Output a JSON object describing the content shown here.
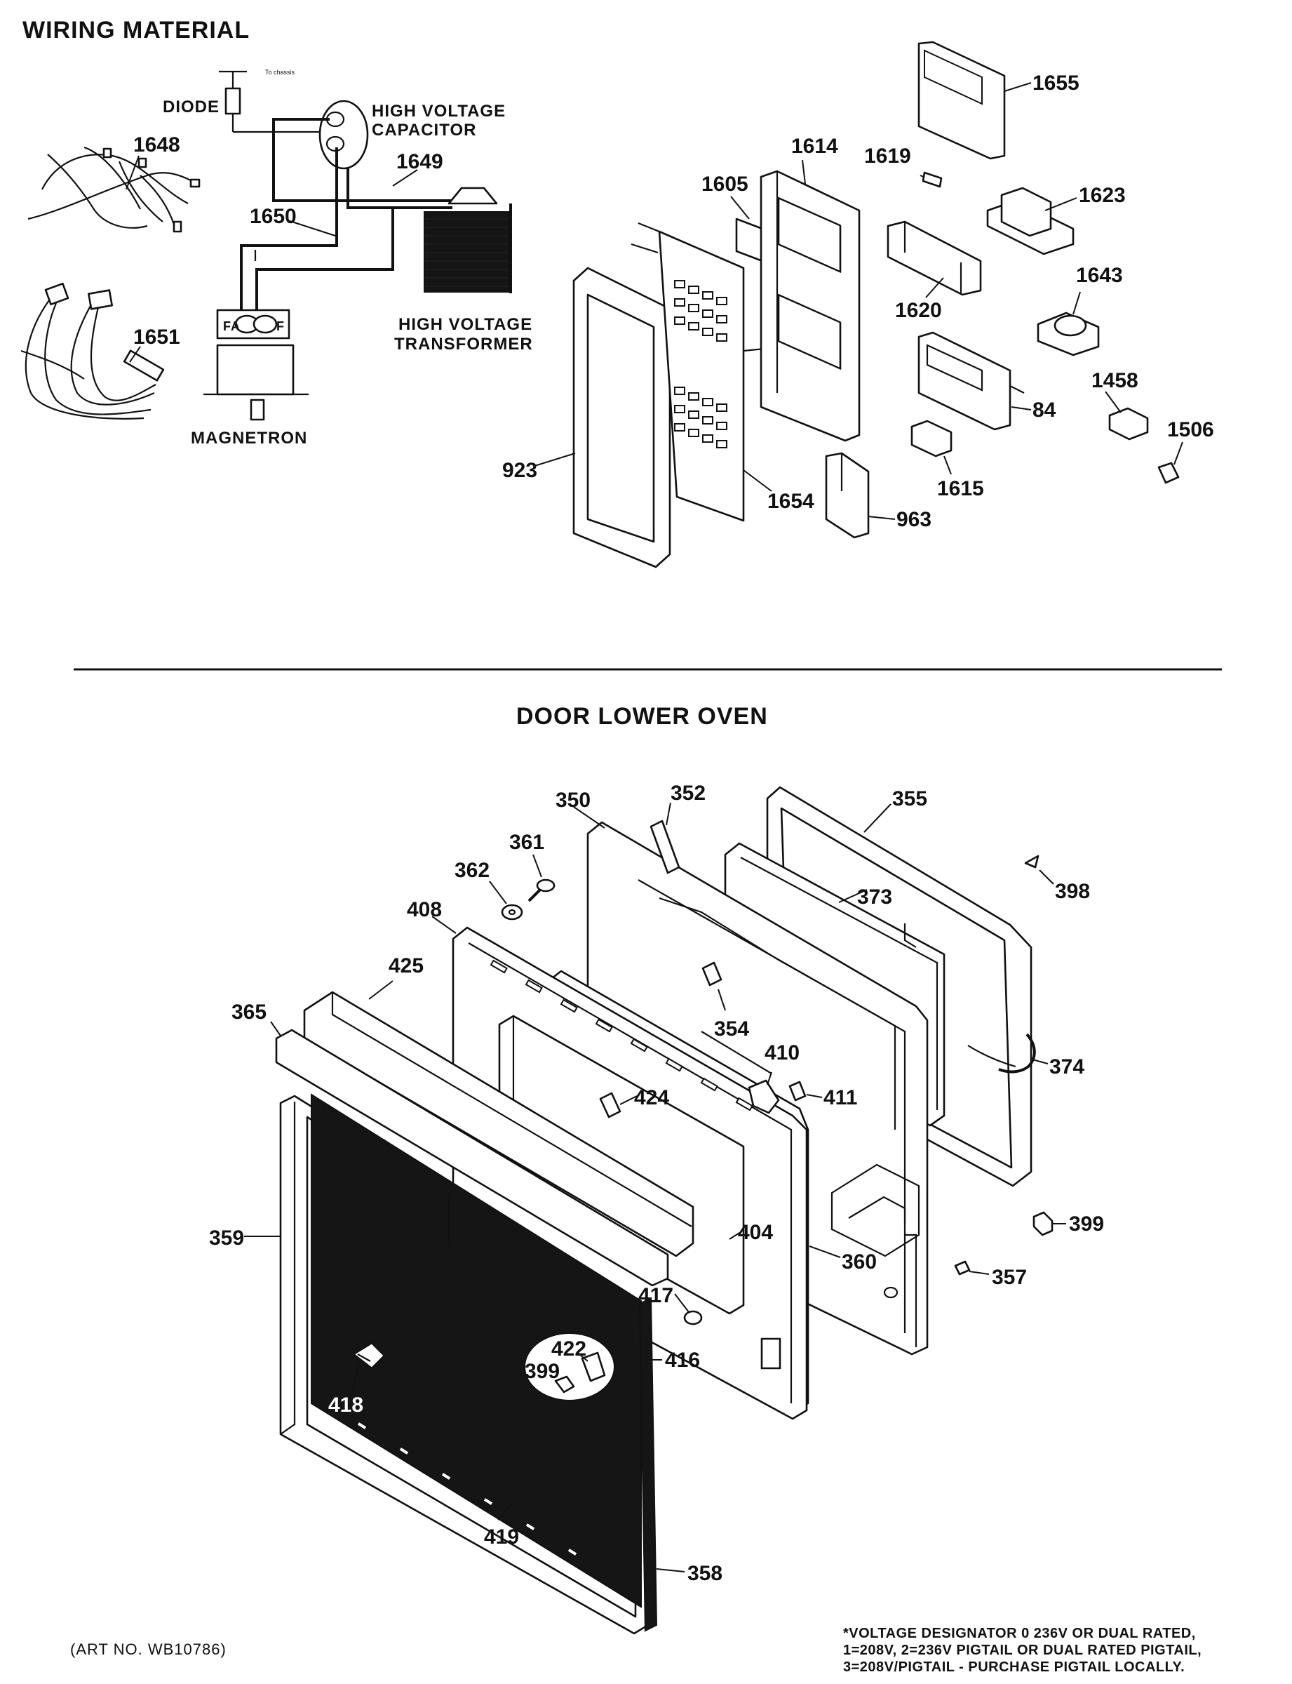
{
  "sections": {
    "wiring": "WIRING MATERIAL",
    "door": "DOOR LOWER OVEN"
  },
  "wiring_labels": {
    "to_chassis": "To chassis",
    "diode": "DIODE",
    "hv_capacitor_1": "HIGH VOLTAGE",
    "hv_capacitor_2": "CAPACITOR",
    "hv_transformer_1": "HIGH VOLTAGE",
    "hv_transformer_2": "TRANSFORMER",
    "magnetron": "MAGNETRON",
    "fa": "FA",
    "f": "F"
  },
  "parts_top": {
    "p1648": "1648",
    "p1649": "1649",
    "p1650": "1650",
    "p1651": "1651",
    "p1655": "1655",
    "p1614": "1614",
    "p1619": "1619",
    "p1605": "1605",
    "p1623": "1623",
    "p1620": "1620",
    "p1643": "1643",
    "p1458": "1458",
    "p84": "84",
    "p1506": "1506",
    "p1615": "1615",
    "p923": "923",
    "p1654": "1654",
    "p963": "963"
  },
  "parts_door": {
    "p350": "350",
    "p352": "352",
    "p355": "355",
    "p361": "361",
    "p362": "362",
    "p398": "398",
    "p408": "408",
    "p373": "373",
    "p425": "425",
    "p365": "365",
    "p354": "354",
    "p410": "410",
    "p374": "374",
    "p424": "424",
    "p411": "411",
    "p359": "359",
    "p404": "404",
    "p399a": "399",
    "p357": "357",
    "p417": "417",
    "p422": "422",
    "p399b": "399",
    "p416": "416",
    "p360": "360",
    "p418": "418",
    "p419": "419",
    "p358": "358"
  },
  "footer": {
    "art_no": "(ART NO. WB10786)",
    "note_1": "*VOLTAGE DESIGNATOR 0 236V OR DUAL RATED,",
    "note_2": "1=208V, 2=236V  PIGTAIL OR DUAL RATED PIGTAIL,",
    "note_3": "3=208V/PIGTAIL - PURCHASE PIGTAIL LOCALLY."
  }
}
